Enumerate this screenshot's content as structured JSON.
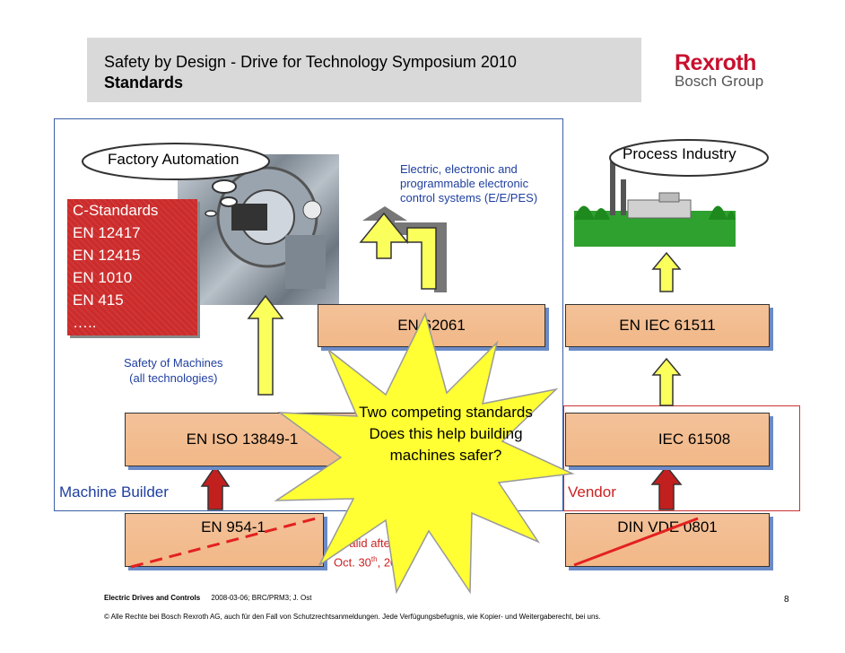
{
  "header": {
    "title_line1": "Safety by Design - Drive for Technology Symposium 2010",
    "title_line2": "Standards",
    "logo_name": "Rexroth",
    "logo_sub": "Bosch Group"
  },
  "diagram": {
    "factory_automation": "Factory Automation",
    "process_industry": "Process Industry",
    "ee_pes_note": [
      "Electric, electronic and",
      "programmable electronic",
      "control systems (E/E/PES)"
    ],
    "c_standards": [
      "C-Standards",
      "EN 12417",
      "EN 12415",
      "EN 1010",
      "EN 415",
      "….."
    ],
    "safety_note": [
      "Safety of Machines",
      "(all technologies)"
    ],
    "en62061": "EN 62061",
    "en_iec_61511": "EN IEC 61511",
    "en_iso_13849": "EN ISO 13849-1",
    "iec61508": "IEC 61508",
    "machine_builder": "Machine Builder",
    "vendor": "Vendor",
    "en954": "EN 954-1",
    "din_vde": "DIN VDE 0801",
    "invalid_line1": "Invalid after",
    "invalid_line2_pre": "Oct. 30",
    "invalid_line2_sup": "th",
    "invalid_line2_post": ", 2011",
    "starburst": [
      "Two competing standards",
      "Does this help building",
      "machines safer?"
    ]
  },
  "footer": {
    "company": "Electric Drives and Controls",
    "meta": "2008-03-06; BRC/PRM3; J. Ost",
    "copyright": "© Alle Rechte bei Bosch Rexroth AG, auch für den Fall von Schutzrechtsanmeldungen. Jede Verfügungsbefugnis, wie Kopier- und Weitergaberecht, bei uns.",
    "page": "8"
  },
  "colors": {
    "accent_blue": "#1f3f9f",
    "box_orange": "#f2b887",
    "c_standards_red": "#cc2b2b",
    "arrow_yellow": "#fbff5c",
    "burst_yellow": "#ffff33",
    "brand_red": "#c8102e"
  }
}
